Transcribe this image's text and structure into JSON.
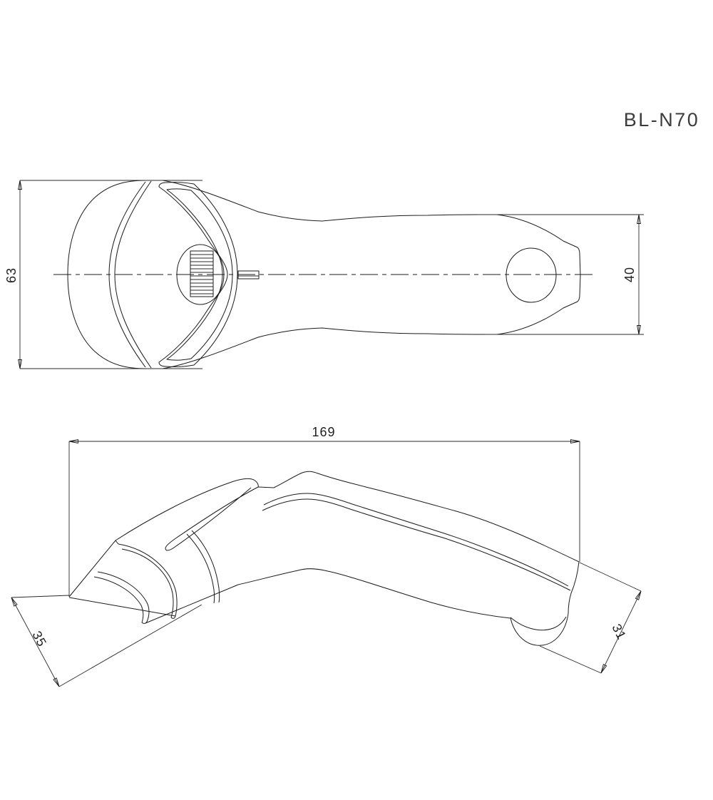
{
  "title": "BL-N70",
  "colors": {
    "background": "#ffffff",
    "line": "#1b1b1b",
    "title_text": "#3c3c3c"
  },
  "views": {
    "top_view": {
      "name": "top-view",
      "dimensions": {
        "overall_width": {
          "value": "63"
        },
        "handle_end_width": {
          "value": "40"
        }
      }
    },
    "side_view": {
      "name": "side-view",
      "dimensions": {
        "overall_length": {
          "value": "169"
        },
        "head_depth": {
          "value": "35"
        },
        "handle_end_depth": {
          "value": "31"
        }
      }
    }
  }
}
